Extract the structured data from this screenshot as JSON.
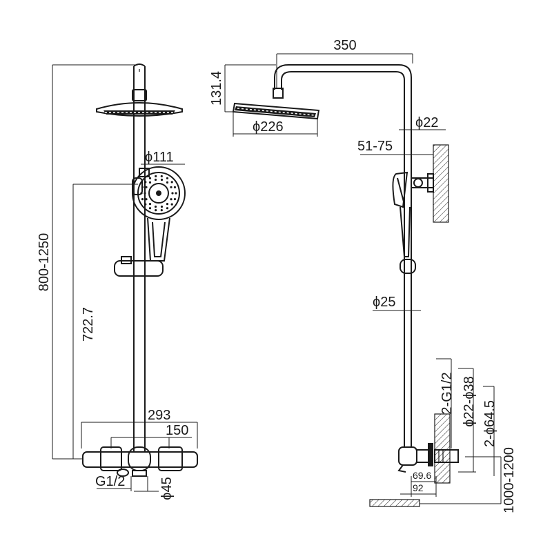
{
  "front_view": {
    "height_total": "800-1250",
    "height_handshower": "722.7",
    "handshower_diameter": "ϕ111",
    "mixer_width": "293",
    "mixer_center": "150",
    "inlet_thread": "G1/2",
    "outlet_diameter": "ϕ45"
  },
  "side_view": {
    "arm_length": "350",
    "head_height": "131.4",
    "head_diameter": "ϕ226",
    "pipe_upper": "ϕ22",
    "wall_bracket": "51-75",
    "pipe_lower": "ϕ25",
    "inlet_thread": "2-G1/2",
    "inlet_diameters": "ϕ22-ϕ38",
    "escutcheon": "2-ϕ64.5",
    "depth_1": "69.6",
    "depth_2": "92",
    "install_height": "1000-1200"
  }
}
